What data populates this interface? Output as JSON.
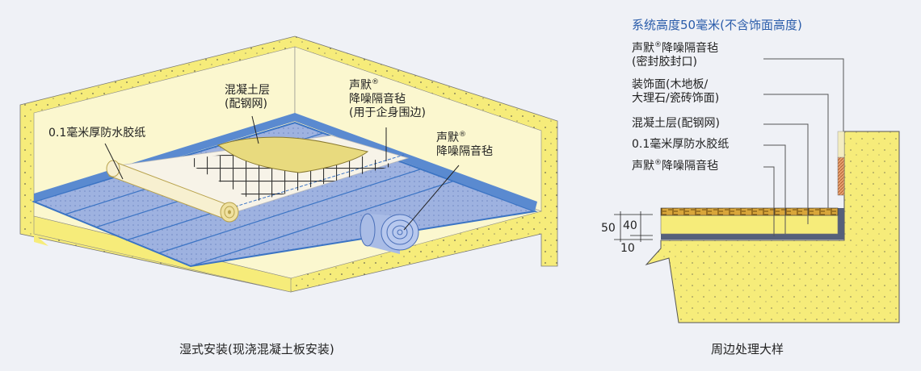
{
  "left_diagram": {
    "labels": {
      "tape": "0.1毫米厚防水胶纸",
      "concrete_l1": "混凝土层",
      "concrete_l2": "(配钢网)",
      "edge_felt_l1": "声默",
      "edge_felt_reg": "®",
      "edge_felt_l2": "降噪隔音毡",
      "edge_felt_l3": "(用于企身围边)",
      "felt_l1": "声默",
      "felt_reg": "®",
      "felt_l2": "降噪隔音毡"
    },
    "caption": "湿式安装(现浇混凝土板安装)"
  },
  "right_diagram": {
    "title": "系统高度50毫米(不含饰面高度)",
    "labels": {
      "seal_l1a": "声默",
      "seal_reg": "®",
      "seal_l1b": "降噪隔音毡",
      "seal_l2": "(密封胶封口)",
      "finish_l1": "装饰面(木地板/",
      "finish_l2": "大理石/瓷砖饰面)",
      "concrete": "混凝土层(配钢网)",
      "tape": "0.1毫米厚防水胶纸",
      "felt_a": "声默",
      "felt_reg": "®",
      "felt_b": "降噪隔音毡"
    },
    "dimensions": {
      "total": "50",
      "concrete": "40",
      "felt": "10"
    },
    "caption": "周边处理大样"
  },
  "colors": {
    "title_blue": "#2a5caa",
    "concrete": "#f6ec7a",
    "wall_face": "#fbf7cf",
    "felt": "#93a9dc",
    "edge_blue": "#3b74c4"
  }
}
